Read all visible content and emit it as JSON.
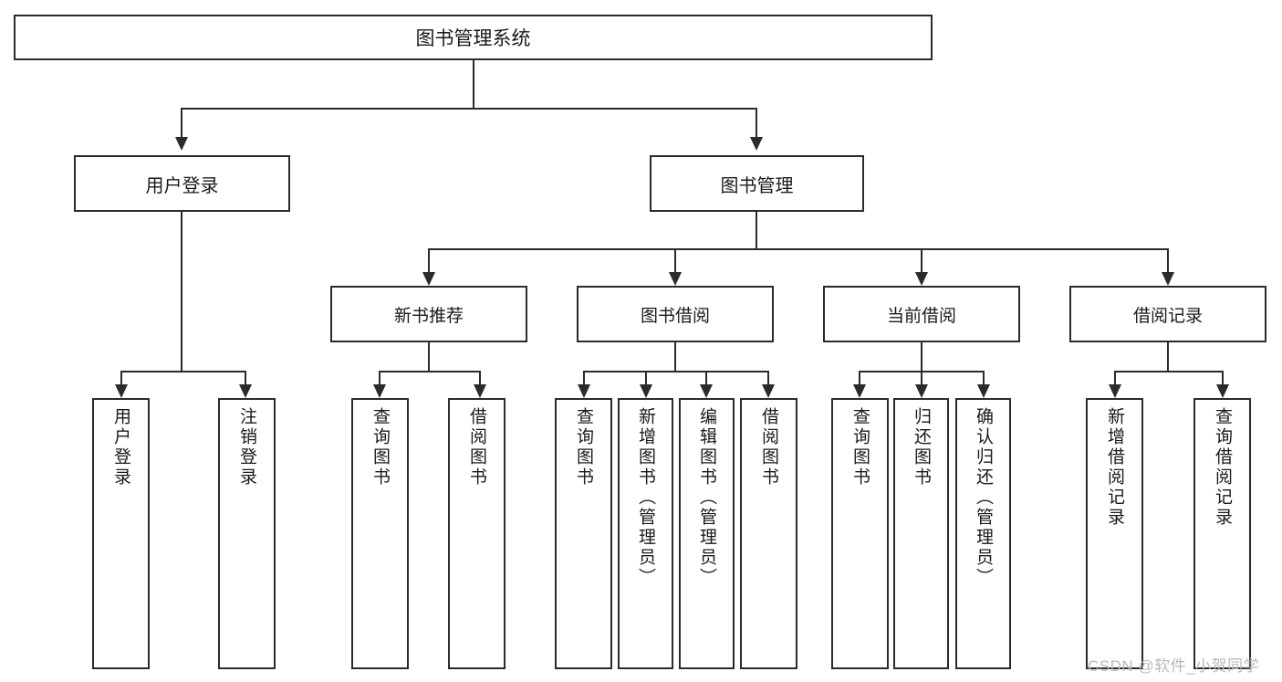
{
  "diagram": {
    "type": "hierarchy-tree",
    "title": "图书管理系统",
    "watermark": "CSDN @软件_小贺同学",
    "colors": {
      "stroke": "#2b2b2b",
      "fill": "#ffffff",
      "text": "#1a1a1a",
      "watermark": "#b9b9b9"
    },
    "nodes": {
      "root": {
        "label": "图书管理系统"
      },
      "level2": [
        {
          "id": "user-login",
          "label": "用户登录"
        },
        {
          "id": "book-management",
          "label": "图书管理"
        }
      ],
      "level3": [
        {
          "id": "new-book-recommend",
          "label": "新书推荐"
        },
        {
          "id": "book-borrow",
          "label": "图书借阅"
        },
        {
          "id": "current-borrow",
          "label": "当前借阅"
        },
        {
          "id": "borrow-record",
          "label": "借阅记录"
        }
      ],
      "leaves": {
        "user-login": [
          {
            "id": "leaf-user-login",
            "label": "用户登录"
          },
          {
            "id": "leaf-user-logout",
            "label": "注销登录"
          }
        ],
        "new-book-recommend": [
          {
            "id": "leaf-query-book-1",
            "label": "查询图书"
          },
          {
            "id": "leaf-borrow-book-1",
            "label": "借阅图书"
          }
        ],
        "book-borrow": [
          {
            "id": "leaf-query-book-2",
            "label": "查询图书"
          },
          {
            "id": "leaf-add-book",
            "label": "新增图书（管理员）"
          },
          {
            "id": "leaf-edit-book",
            "label": "编辑图书（管理员）"
          },
          {
            "id": "leaf-borrow-book-2",
            "label": "借阅图书"
          }
        ],
        "current-borrow": [
          {
            "id": "leaf-query-book-3",
            "label": "查询图书"
          },
          {
            "id": "leaf-return-book",
            "label": "归还图书"
          },
          {
            "id": "leaf-confirm-return",
            "label": "确认归还（管理员）"
          }
        ],
        "borrow-record": [
          {
            "id": "leaf-add-record",
            "label": "新增借阅记录"
          },
          {
            "id": "leaf-query-record",
            "label": "查询借阅记录"
          }
        ]
      }
    }
  }
}
